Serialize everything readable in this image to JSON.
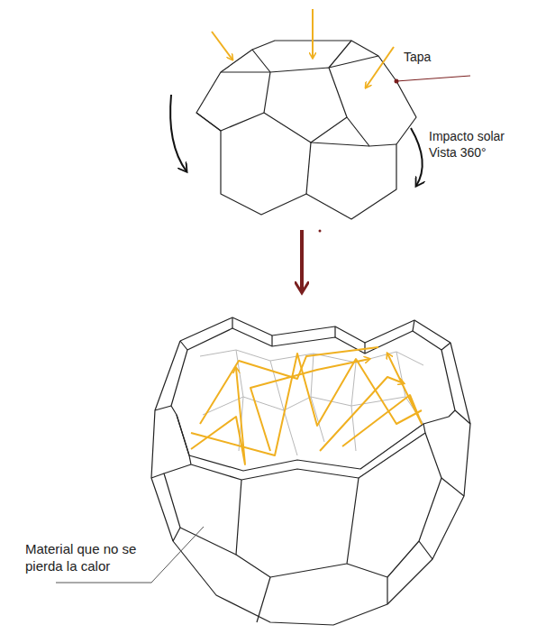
{
  "diagram": {
    "labels": [
      "Tapa",
      "Impacto solar Vista 360°",
      "Material que no se pierda la calor"
    ]
  }
}
